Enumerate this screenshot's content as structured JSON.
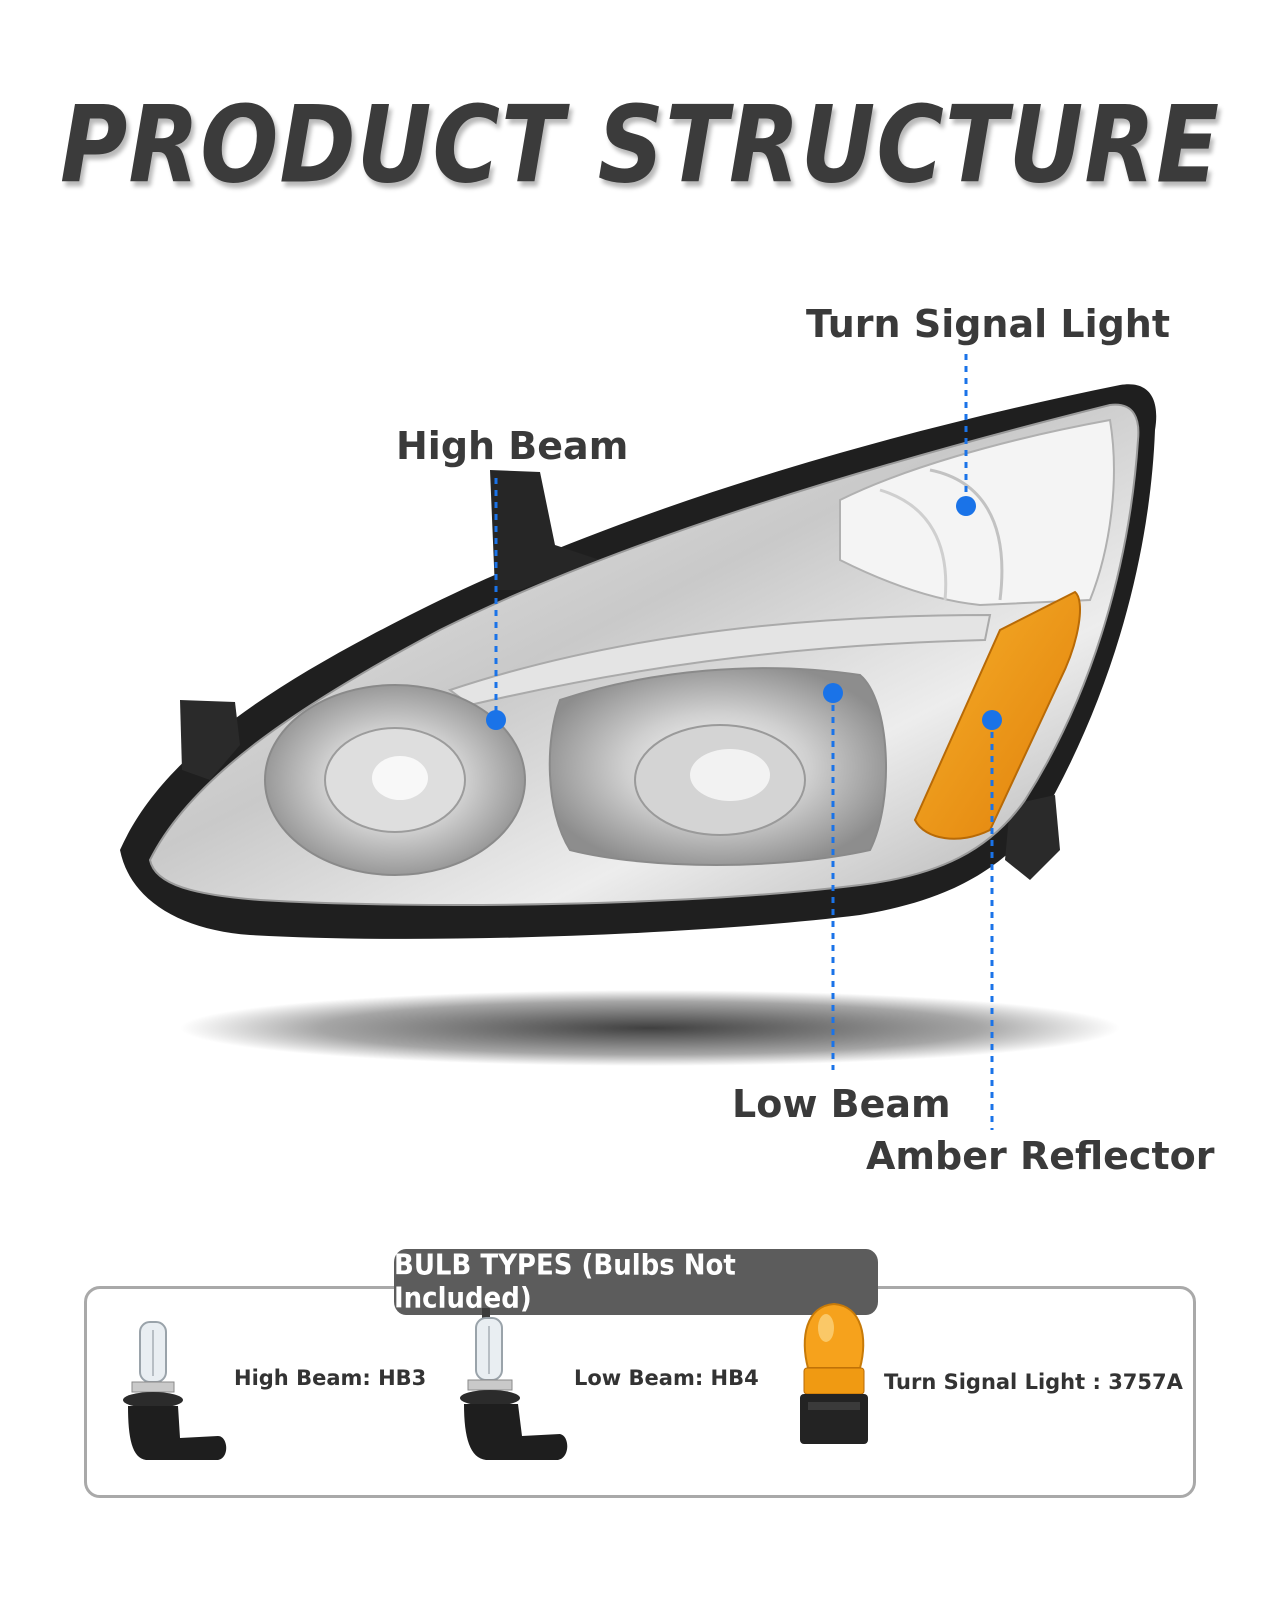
{
  "title": "PRODUCT STRUCTURE",
  "callouts": {
    "turn_signal": "Turn Signal Light",
    "high_beam": "High Beam",
    "low_beam": "Low Beam",
    "amber_reflector": "Amber Reflector"
  },
  "bulb_section": {
    "heading": "BULB TYPES (Bulbs Not Included)",
    "items": [
      {
        "label": "High Beam: HB3",
        "icon": "hb3-bulb-icon"
      },
      {
        "label": "Low Beam: HB4",
        "icon": "hb4-bulb-icon"
      },
      {
        "label": "Turn Signal Light : 3757A",
        "icon": "3757a-amber-bulb-icon"
      }
    ]
  },
  "colors": {
    "callout_dot": "#1a73e8",
    "amber": "#f29a12",
    "title": "#3b3b3b",
    "heading_bg": "#5c5c5c"
  }
}
